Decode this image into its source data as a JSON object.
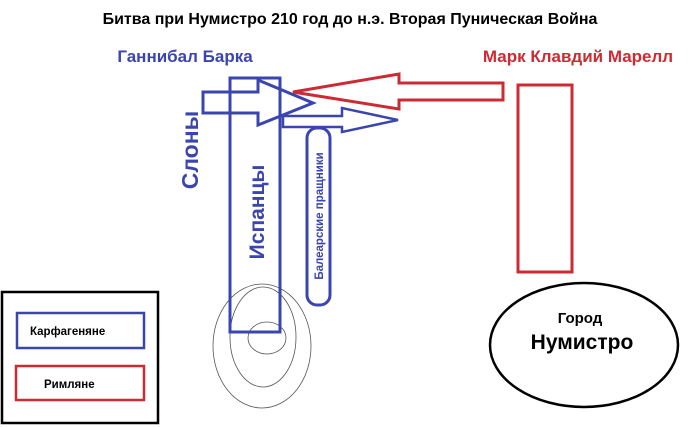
{
  "title": "Битва при Нумистро 210 год до н.э. Вторая Пуническая Война",
  "commanders": {
    "carthage": "Ганнибал Барка",
    "rome": "Марк Клавдий Марелл"
  },
  "units": {
    "elephants": "Слоны",
    "spaniards": "Испанцы",
    "balearic": "Балеарские пращники"
  },
  "city": {
    "line1": "Город",
    "line2": "Нумистро"
  },
  "legend": {
    "carthage": "Карфагеняне",
    "rome": "Римляне"
  },
  "colors": {
    "carthage": "#3b45b0",
    "rome": "#cc2b33"
  }
}
